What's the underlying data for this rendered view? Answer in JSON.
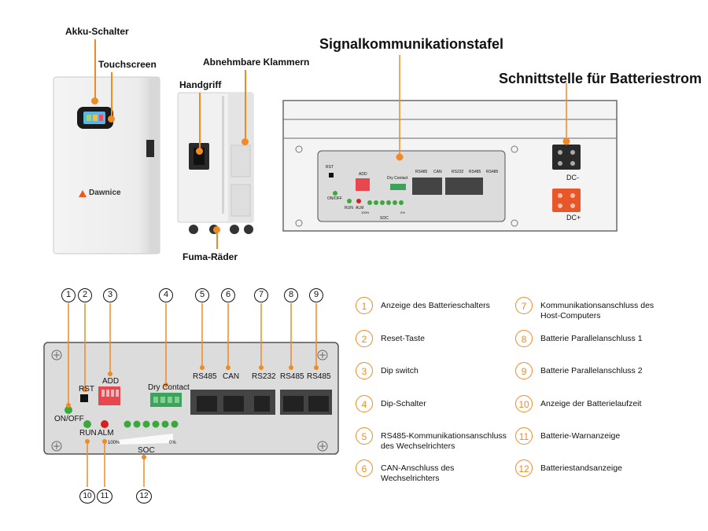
{
  "callouts_top": {
    "akku_schalter": "Akku-Schalter",
    "touchscreen": "Touchscreen",
    "abnehmbare_klammern": "Abnehmbare Klammern",
    "handgriff": "Handgriff",
    "fuma_raeder": "Fuma-Räder",
    "signal_title": "Signalkommunikationstafel",
    "power_title": "Schnittstelle für Batteriestrom"
  },
  "brand": "Dawnice",
  "panel_labels": {
    "rst": "RST",
    "add": "ADD",
    "dry_contact": "Dry Contact",
    "rs485": "RS485",
    "can": "CAN",
    "rs232": "RS232",
    "on_off": "ON/OFF",
    "run": "RUN",
    "alm": "ALM",
    "soc": "SOC",
    "pct_100": "100%",
    "pct_0": "0%"
  },
  "dc_labels": {
    "dc_minus": "DC-",
    "dc_plus": "DC+"
  },
  "diagram_numbers": [
    "1",
    "2",
    "3",
    "4",
    "5",
    "6",
    "7",
    "8",
    "9",
    "10",
    "11",
    "12"
  ],
  "legend": [
    {
      "num": "1",
      "text": "Anzeige des Batterieschalters"
    },
    {
      "num": "2",
      "text": "Reset-Taste"
    },
    {
      "num": "3",
      "text": "Dip switch"
    },
    {
      "num": "4",
      "text": "Dip-Schalter"
    },
    {
      "num": "5",
      "text": "RS485-Kommunikationsanschluss des Wechselrichters"
    },
    {
      "num": "6",
      "text": "CAN-Anschluss des Wechselrichters"
    },
    {
      "num": "7",
      "text": "Kommunikationsanschluss des Host-Computers"
    },
    {
      "num": "8",
      "text": "Batterie Parallelanschluss 1"
    },
    {
      "num": "9",
      "text": "Batterie Parallelanschluss 2"
    },
    {
      "num": "10",
      "text": "Anzeige der Batterielaufzeit"
    },
    {
      "num": "11",
      "text": "Batterie-Warnanzeige"
    },
    {
      "num": "12",
      "text": "Batteriestandsanzeige"
    }
  ],
  "colors": {
    "accent": "#f08a24",
    "led_green": "#3aa83a",
    "led_red": "#d62020",
    "dip_red": "#e8474f",
    "terminal_green": "#3ea35a",
    "panel_grey": "#dcdcdc"
  }
}
